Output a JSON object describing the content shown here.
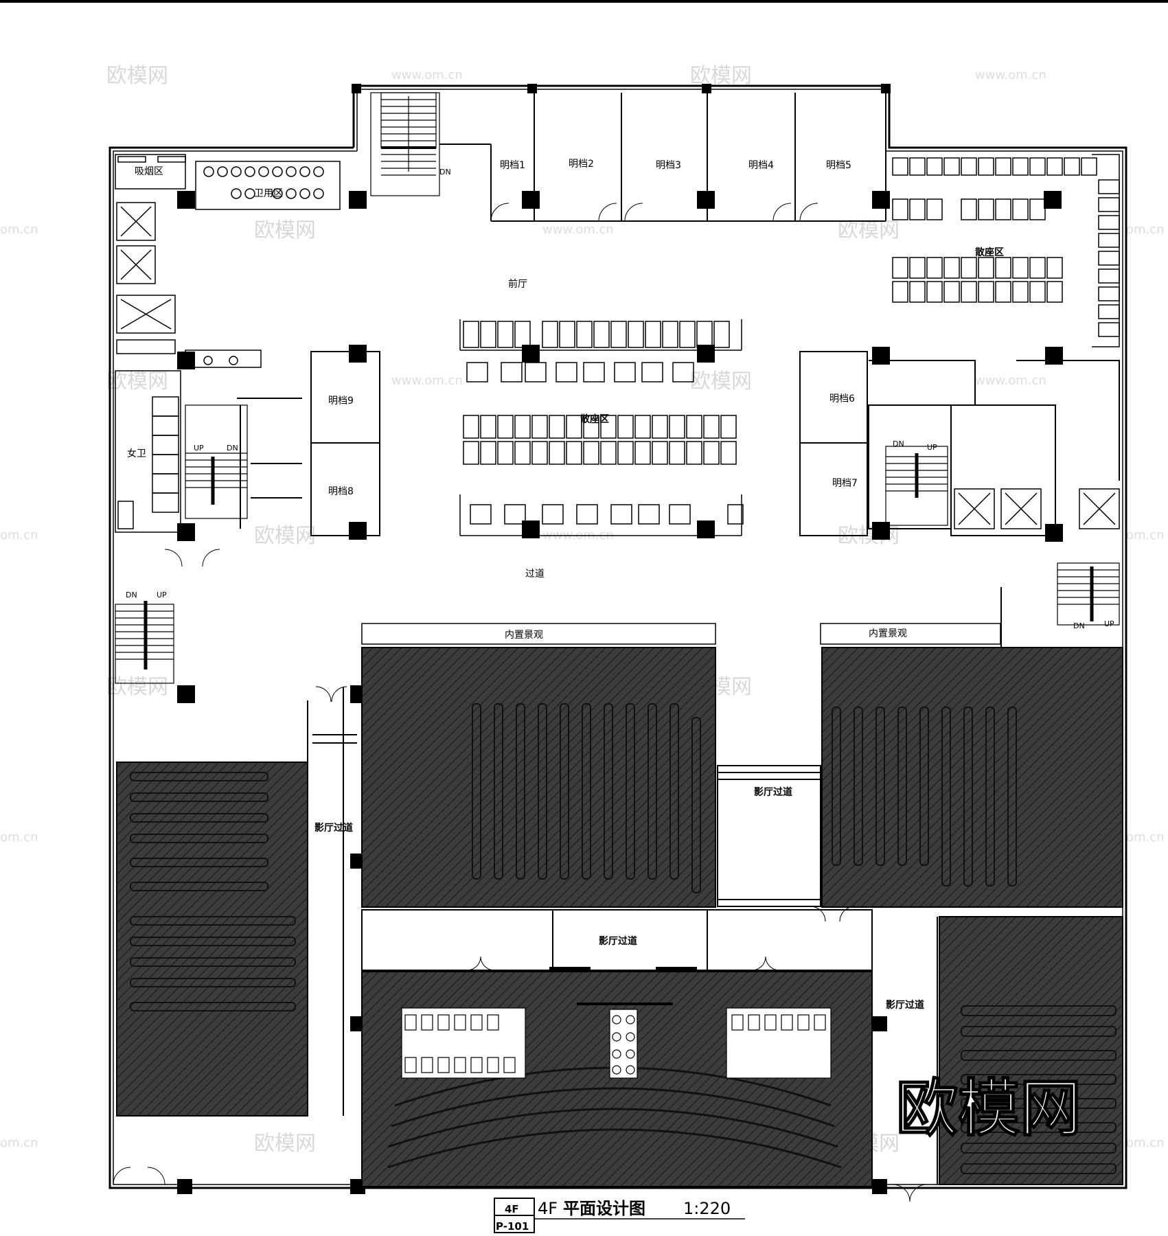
{
  "drawing": {
    "title_prefix": "4F",
    "title_main": "平面设计图",
    "scale": "1:220",
    "tag_top": "4F",
    "tag_bottom": "P-101"
  },
  "rooms": {
    "smoking": "吸烟区",
    "area_top_left": "卫用区",
    "archive_1": "明档1",
    "archive_2": "明档2",
    "archive_3": "明档3",
    "archive_4": "明档4",
    "archive_5": "明档5",
    "archive_6": "明档6",
    "archive_7": "明档7",
    "archive_8": "明档8",
    "archive_9": "明档9",
    "lobby": "前厅",
    "seating_top_right": "散座区",
    "seating_center": "散座区",
    "corridor": "过道",
    "ladies_wc": "女卫",
    "landscape_left": "内置景观",
    "landscape_right": "内置景观",
    "cinema_corridor_left": "影厅过道",
    "cinema_corridor_mid": "影厅过道",
    "cinema_corridor_center": "影厅过道",
    "cinema_corridor_right": "影厅过道"
  },
  "stairs": {
    "up": "UP",
    "dn": "DN"
  },
  "watermark": {
    "brand": "欧模网",
    "url": "www.om.cn",
    "url_short": "om.cn",
    "big": "欧模网"
  },
  "colors": {
    "line": "#000000",
    "hall_fill": "#3a3a3a",
    "watermark": "#c8c8c8"
  }
}
